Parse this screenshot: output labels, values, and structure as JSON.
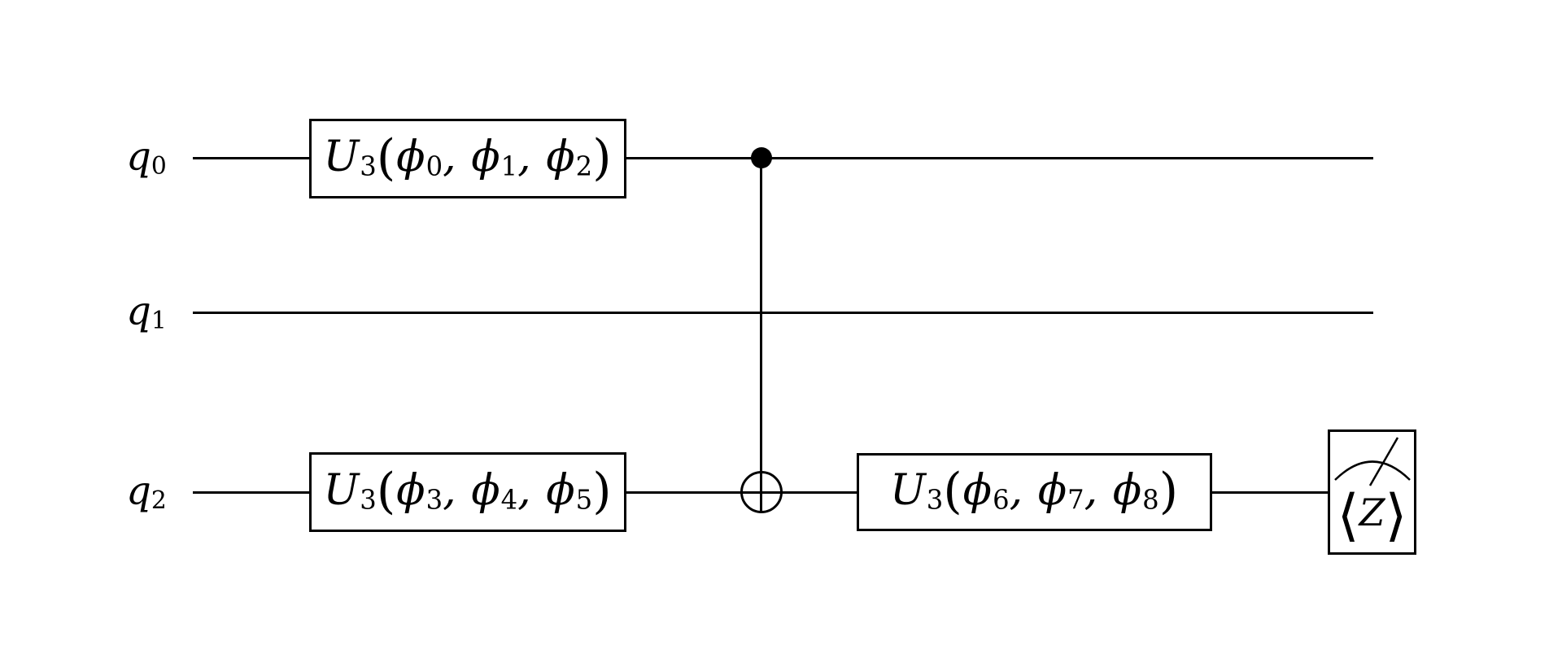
{
  "figure": {
    "kind": "quantum-circuit",
    "background_color": "#ffffff",
    "ink_color": "#000000",
    "qubits": [
      {
        "id": "q0",
        "label": "q0",
        "label_parts": [
          {
            "t": "q"
          },
          {
            "t": "0",
            "sub": true
          }
        ]
      },
      {
        "id": "q1",
        "label": "q1",
        "label_parts": [
          {
            "t": "q"
          },
          {
            "t": "1",
            "sub": true
          }
        ]
      },
      {
        "id": "q2",
        "label": "q2",
        "label_parts": [
          {
            "t": "q"
          },
          {
            "t": "2",
            "sub": true
          }
        ]
      }
    ],
    "gates": [
      {
        "id": "u3_q0",
        "kind": "U3",
        "qubit": "q0",
        "label": "U3(ϕ0, ϕ1, ϕ2)",
        "params": [
          "ϕ0",
          "ϕ1",
          "ϕ2"
        ],
        "label_parts": [
          {
            "t": "U"
          },
          {
            "t": "3",
            "sub": true
          },
          {
            "t": "(",
            "paren": true
          },
          {
            "t": "ϕ"
          },
          {
            "t": "0",
            "sub": true
          },
          {
            "t": ", "
          },
          {
            "t": "ϕ"
          },
          {
            "t": "1",
            "sub": true
          },
          {
            "t": ", "
          },
          {
            "t": "ϕ"
          },
          {
            "t": "2",
            "sub": true
          },
          {
            "t": ")",
            "paren": true
          }
        ]
      },
      {
        "id": "u3_q2_a",
        "kind": "U3",
        "qubit": "q2",
        "label": "U3(ϕ3, ϕ4, ϕ5)",
        "params": [
          "ϕ3",
          "ϕ4",
          "ϕ5"
        ],
        "label_parts": [
          {
            "t": "U"
          },
          {
            "t": "3",
            "sub": true
          },
          {
            "t": "(",
            "paren": true
          },
          {
            "t": "ϕ"
          },
          {
            "t": "3",
            "sub": true
          },
          {
            "t": ", "
          },
          {
            "t": "ϕ"
          },
          {
            "t": "4",
            "sub": true
          },
          {
            "t": ", "
          },
          {
            "t": "ϕ"
          },
          {
            "t": "5",
            "sub": true
          },
          {
            "t": ")",
            "paren": true
          }
        ]
      },
      {
        "id": "cnot",
        "kind": "CNOT",
        "control": "q0",
        "target": "q2"
      },
      {
        "id": "u3_q2_b",
        "kind": "U3",
        "qubit": "q2",
        "label": "U3(ϕ6, ϕ7, ϕ8)",
        "params": [
          "ϕ6",
          "ϕ7",
          "ϕ8"
        ],
        "label_parts": [
          {
            "t": "U"
          },
          {
            "t": "3",
            "sub": true
          },
          {
            "t": "(",
            "paren": true
          },
          {
            "t": "ϕ"
          },
          {
            "t": "6",
            "sub": true
          },
          {
            "t": ", "
          },
          {
            "t": "ϕ"
          },
          {
            "t": "7",
            "sub": true
          },
          {
            "t": ", "
          },
          {
            "t": "ϕ"
          },
          {
            "t": "8",
            "sub": true
          },
          {
            "t": ")",
            "paren": true
          }
        ]
      },
      {
        "id": "measure",
        "kind": "measure-expectation",
        "qubit": "q2",
        "label": "⟨Z⟩",
        "label_parts": [
          {
            "t": "⟨",
            "paren": true
          },
          {
            "t": "Z"
          },
          {
            "t": "⟩",
            "paren": true
          }
        ]
      }
    ]
  }
}
